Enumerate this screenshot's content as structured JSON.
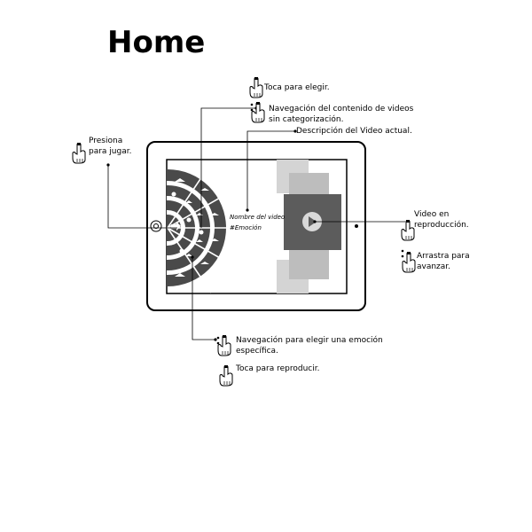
{
  "title": "Home",
  "callouts": {
    "toca_elegir": "Toca para elegir.",
    "navegacion_videos_1": "Navegación del contenido de videos",
    "navegacion_videos_2": "sin categorización.",
    "descripcion": "Descripción del Video actual.",
    "presiona_1": "Presiona",
    "presiona_2": "para jugar.",
    "video_repro_1": "Video en",
    "video_repro_2": "reproducción.",
    "arrastra_1": "Arrastra para",
    "arrastra_2": "avanzar.",
    "navegacion_emocion_1": "Navegación para elegir una emoción",
    "navegacion_emocion_2": "específica.",
    "toca_reproducir": "Toca para reproducir."
  },
  "video": {
    "name": "Nombre del video",
    "emotion": "#Emoción"
  },
  "icons": {
    "hand": "pointing-hand-icon",
    "play": "play-icon",
    "home_button": "home-button-icon"
  },
  "colors": {
    "wheel": "#4a4a4a",
    "player": "#5c5c5c",
    "thumb": "#d4d4d4"
  }
}
